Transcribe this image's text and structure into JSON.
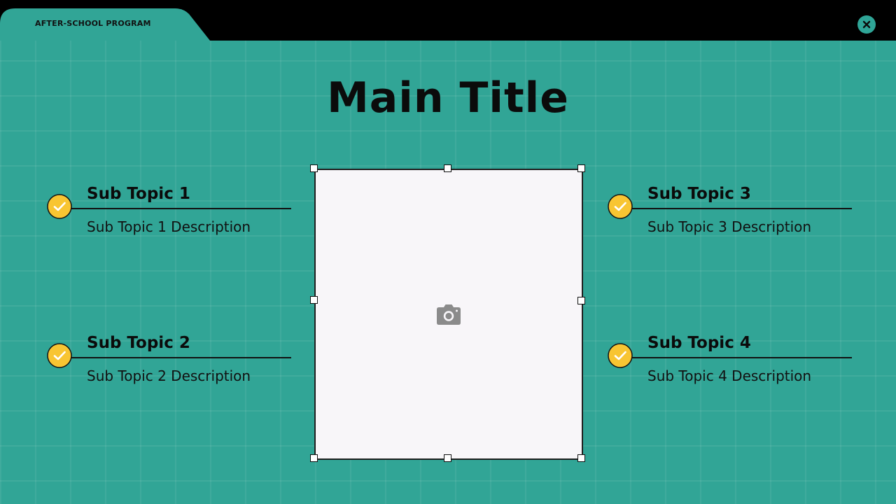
{
  "header": {
    "tab_label": "AFTER-SCHOOL PROGRAM",
    "close_icon": "close-icon"
  },
  "main": {
    "title": "Main Title"
  },
  "topics": [
    {
      "title": "Sub Topic 1",
      "description": "Sub Topic 1 Description",
      "icon": "check-icon"
    },
    {
      "title": "Sub Topic 2",
      "description": "Sub Topic 2 Description",
      "icon": "check-icon"
    },
    {
      "title": "Sub Topic 3",
      "description": "Sub Topic 3 Description",
      "icon": "check-icon"
    },
    {
      "title": "Sub Topic 4",
      "description": "Sub Topic 4 Description",
      "icon": "check-icon"
    }
  ],
  "image_placeholder": {
    "icon": "camera-icon"
  },
  "colors": {
    "background": "#31a596",
    "header_bar": "#000000",
    "accent_check": "#f8c532",
    "text": "#0b0b0b",
    "placeholder_fill": "#f8f6f9"
  }
}
